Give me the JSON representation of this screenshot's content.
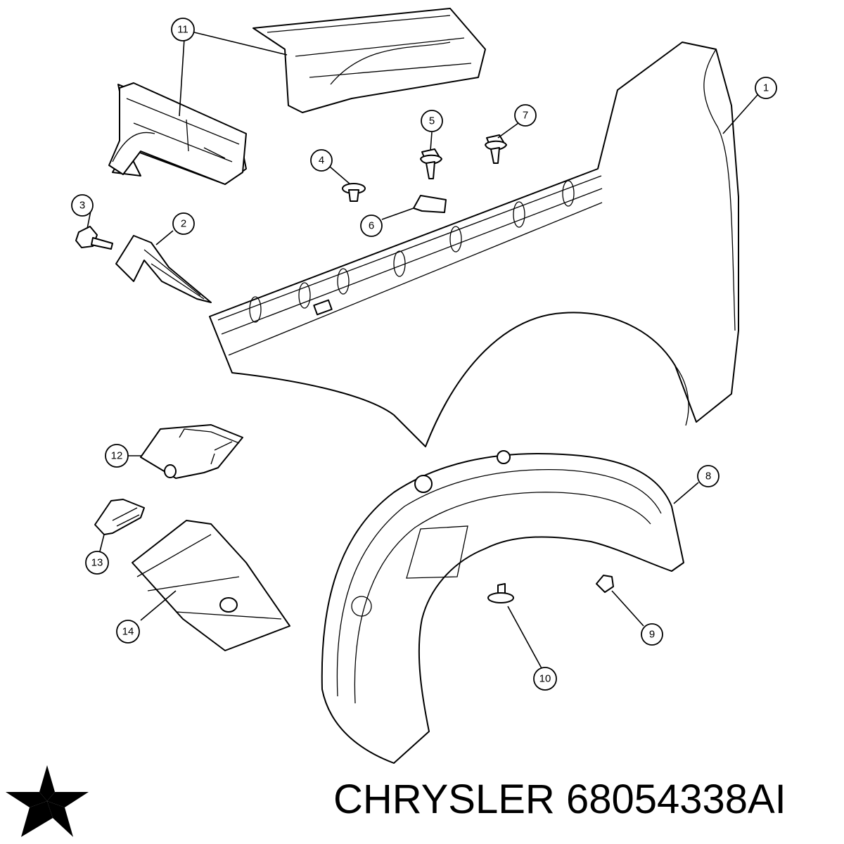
{
  "callouts": [
    {
      "label": "1"
    },
    {
      "label": "2"
    },
    {
      "label": "3"
    },
    {
      "label": "4"
    },
    {
      "label": "5"
    },
    {
      "label": "6"
    },
    {
      "label": "7"
    },
    {
      "label": "8"
    },
    {
      "label": "9"
    },
    {
      "label": "10"
    },
    {
      "label": "11"
    },
    {
      "label": "12"
    },
    {
      "label": "13"
    },
    {
      "label": "14"
    }
  ],
  "footer": {
    "brand": "CHRYSLER",
    "part_number": "68054338AI"
  },
  "logo": {
    "icon": "pentastar-icon",
    "color": "#000000"
  },
  "colors": {
    "line": "#000000",
    "background": "#ffffff"
  }
}
